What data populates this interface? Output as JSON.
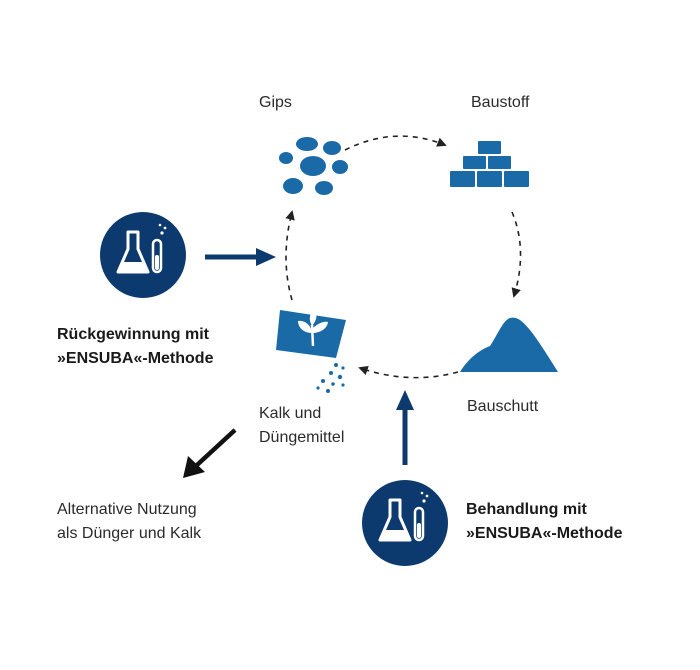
{
  "labels": {
    "gips": "Gips",
    "baustoff": "Baustoff",
    "bauschutt": "Bauschutt",
    "kalk_line1": "Kalk und",
    "kalk_line2": "Düngemittel",
    "alt_line1": "Alternative Nutzung",
    "alt_line2": "als Dünger und Kalk",
    "rueck_line1": "Rückgewinnung mit",
    "rueck_line2": "»ENSUBA«-Methode",
    "behand_line1": "Behandlung mit",
    "behand_line2": "»ENSUBA«-Methode"
  },
  "icons": {
    "gypsum": "gypsum-pellets-icon",
    "bricks": "brick-stack-icon",
    "rubble": "rubble-pile-icon",
    "fertilizer": "fertilizer-bag-icon",
    "lab": "laboratory-flask-icon"
  },
  "colors": {
    "navy": "#0d3a6e",
    "blue": "#1a6aa8",
    "arrow_dark": "#0d3a6e",
    "arrow_black": "#111111",
    "dashed": "#222222"
  }
}
